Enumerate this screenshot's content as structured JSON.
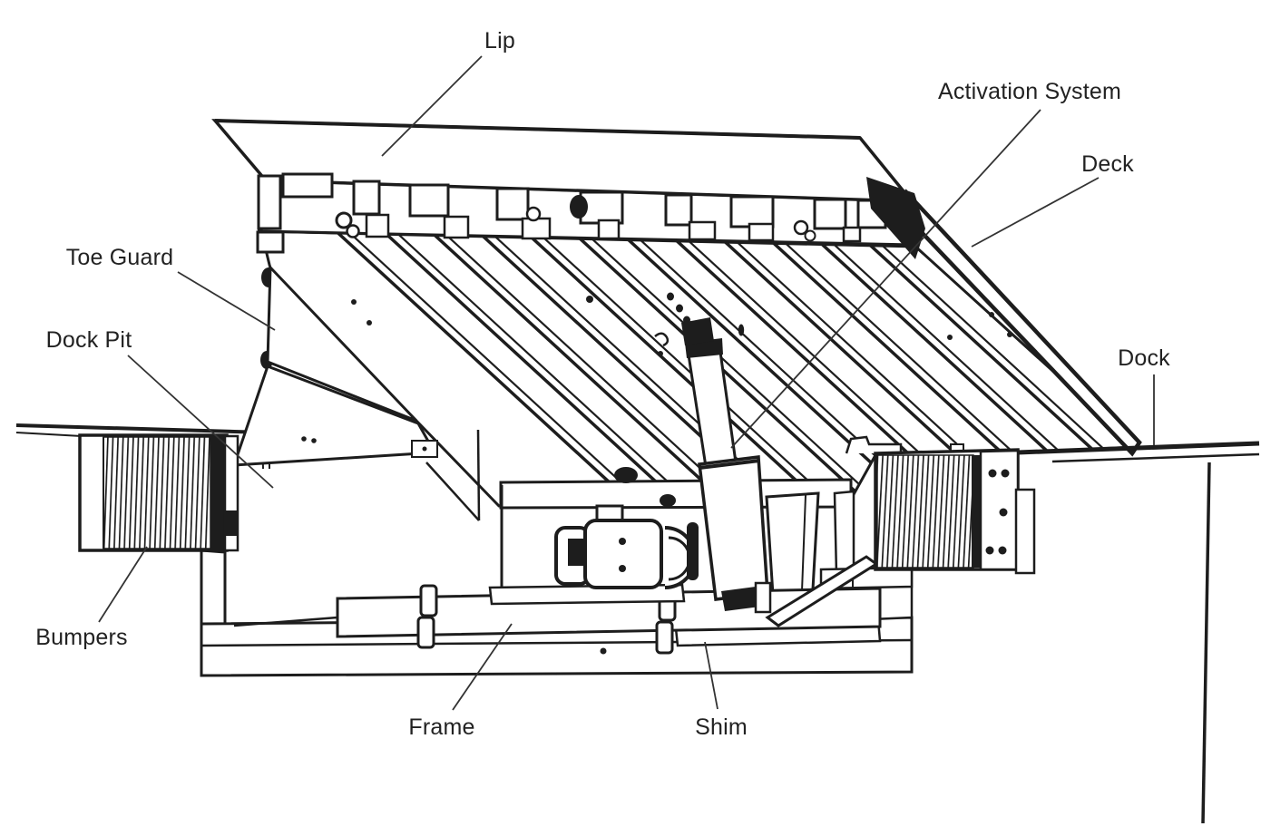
{
  "diagram": {
    "kind": "technical-line-drawing",
    "subject": "Dock leveler cross-section with labeled components",
    "ink_color": "#1d1d1d",
    "leader_color": "#333333",
    "background_color": "#ffffff",
    "labels": {
      "lip": "Lip",
      "activation_system": "Activation System",
      "deck": "Deck",
      "dock": "Dock",
      "toe_guard": "Toe Guard",
      "dock_pit": "Dock Pit",
      "bumpers": "Bumpers",
      "frame": "Frame",
      "shim": "Shim"
    }
  }
}
